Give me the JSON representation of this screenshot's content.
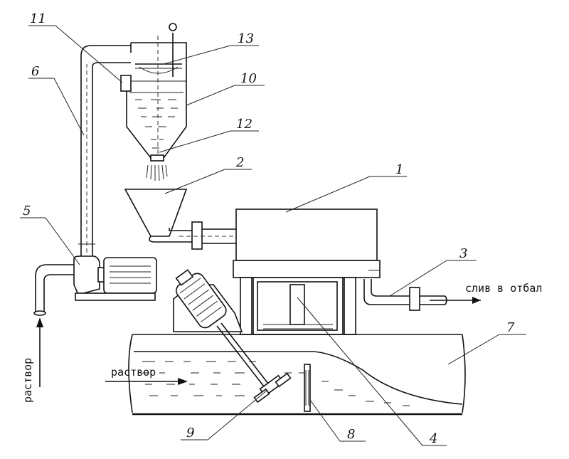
{
  "labels": {
    "n1": "1",
    "n2": "2",
    "n3": "3",
    "n4": "4",
    "n5": "5",
    "n6": "6",
    "n7": "7",
    "n8": "8",
    "n9": "9",
    "n10": "10",
    "n11": "11",
    "n12": "12",
    "n13": "13"
  },
  "texts": {
    "discharge": "слив в отбал",
    "solution_inlet_vertical": "раствор",
    "solution_inlet_channel": "раствор"
  }
}
